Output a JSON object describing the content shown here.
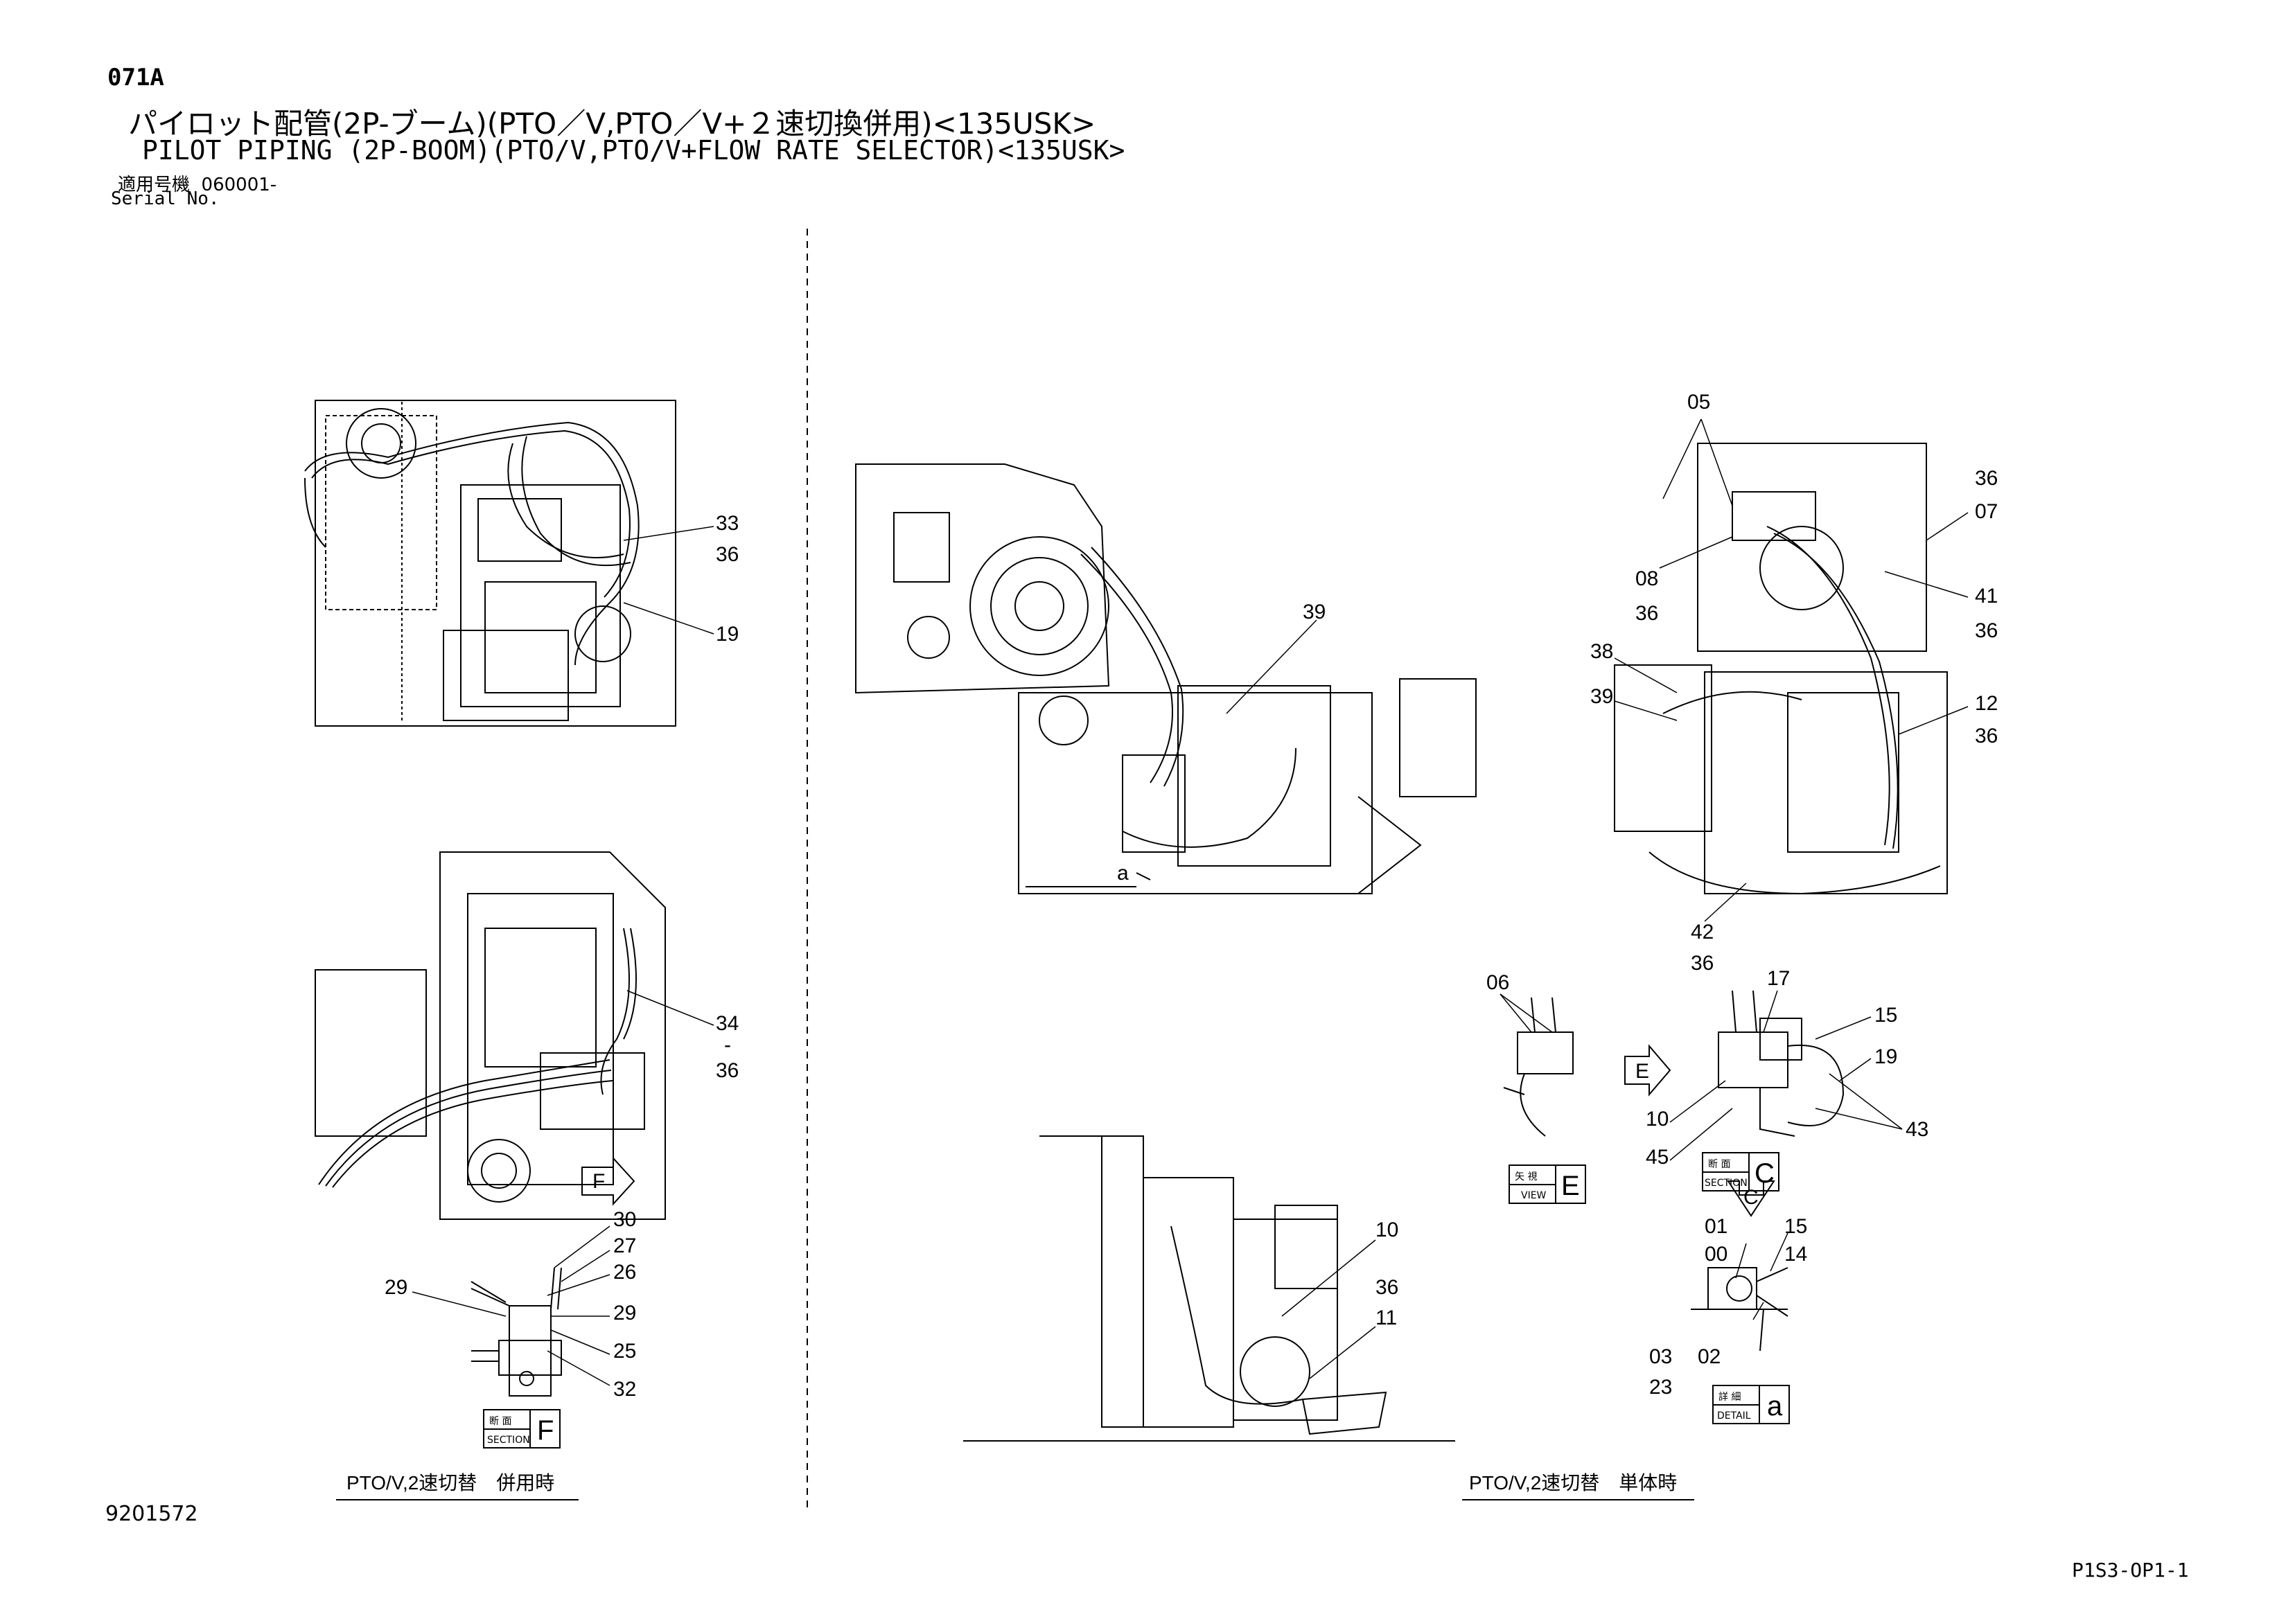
{
  "header": {
    "code": "071A",
    "title_jp": "パイロット配管(2P-ブーム)(PTO／V,PTO／V+２速切換併用)<135USK>",
    "title_en": "PILOT PIPING (2P-BOOM)(PTO/V,PTO/V+FLOW RATE SELECTOR)<135USK>",
    "serial_label_jp": "適用号機",
    "serial_value": "060001-",
    "serial_label_en": "Serial No."
  },
  "captions": {
    "left": "PTO/V,2速切替　併用時",
    "right": "PTO/V,2速切替　単体時"
  },
  "section_tags": {
    "F": {
      "jp": "断 面",
      "en": "SECTION",
      "letter": "F"
    },
    "E": {
      "jp": "矢 視",
      "en": "VIEW",
      "letter": "E"
    },
    "C": {
      "jp": "断 面",
      "en": "SECTION",
      "letter": "C"
    },
    "a": {
      "jp": "詳 細",
      "en": "DETAIL",
      "letter": "a"
    }
  },
  "arrows": {
    "F": "F",
    "E": "E",
    "C": "C"
  },
  "detail_marker": "a",
  "callouts": {
    "c1": "33",
    "c2": "36",
    "c3": "19",
    "c4": "34",
    "c5": "-",
    "c6": "36",
    "c7": "30",
    "c8": "27",
    "c9": "26",
    "c10": "29",
    "c11": "29",
    "c12": "25",
    "c13": "32",
    "c14": "39",
    "c15": "10",
    "c16": "36",
    "c17": "11",
    "c18": "05",
    "c19": "36",
    "c20": "07",
    "c21": "08",
    "c22": "36",
    "c23": "41",
    "c24": "36",
    "c25": "38",
    "c26": "39",
    "c27": "12",
    "c28": "36",
    "c29": "42",
    "c30": "36",
    "c31": "06",
    "c32": "17",
    "c33": "15",
    "c34": "19",
    "c35": "10",
    "c36": "45",
    "c37": "43",
    "c38": "01",
    "c39": "00",
    "c40": "15",
    "c41": "14",
    "c42": "03",
    "c43": "23",
    "c44": "02"
  },
  "footer": {
    "part_number": "9201572",
    "page_code": "P1S3-OP1-1"
  }
}
